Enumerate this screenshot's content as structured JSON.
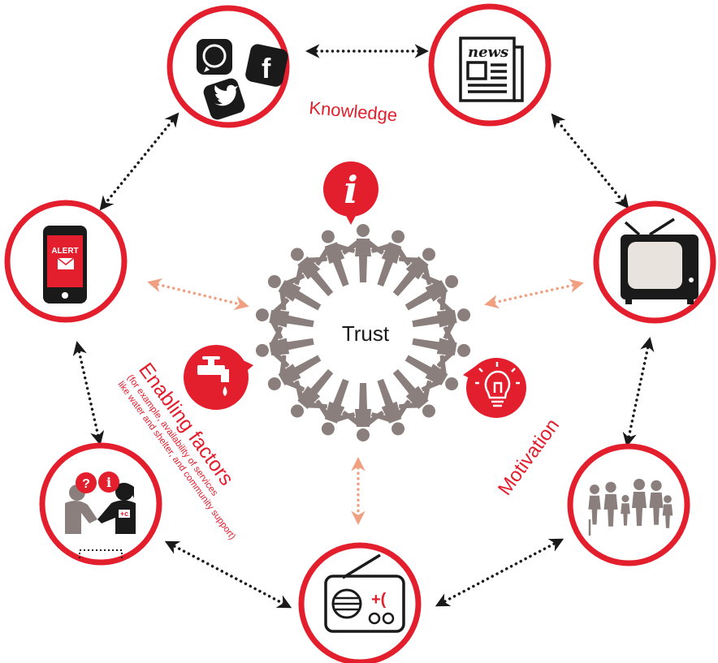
{
  "labels": {
    "knowledge": "Knowledge",
    "trust": "Trust",
    "enabling_title": "Enabling factors",
    "enabling_sub_1": "(for example, availability of services",
    "enabling_sub_2": "like water and shelter, and community support)",
    "motivation": "Motivation",
    "alert": "ALERT",
    "news": "news",
    "social_f": "f"
  },
  "colors": {
    "brand_red": "#e31e2d",
    "dark": "#1a1a1a",
    "people_gray": "#8a7f7c",
    "dashed_arrow": "#f0a080"
  },
  "nodes": [
    {
      "id": "social-media",
      "icon": "whatsapp-facebook-twitter-icons"
    },
    {
      "id": "newspaper",
      "icon": "newspaper-icon"
    },
    {
      "id": "mobile-alert",
      "icon": "phone-alert-icon"
    },
    {
      "id": "television",
      "icon": "tv-icon"
    },
    {
      "id": "face-to-face",
      "icon": "handshake-icon"
    },
    {
      "id": "community",
      "icon": "family-icon"
    },
    {
      "id": "radio",
      "icon": "radio-icon"
    }
  ],
  "factor_icons": [
    "info-bubble-icon",
    "water-tap-icon",
    "lightbulb-icon"
  ]
}
